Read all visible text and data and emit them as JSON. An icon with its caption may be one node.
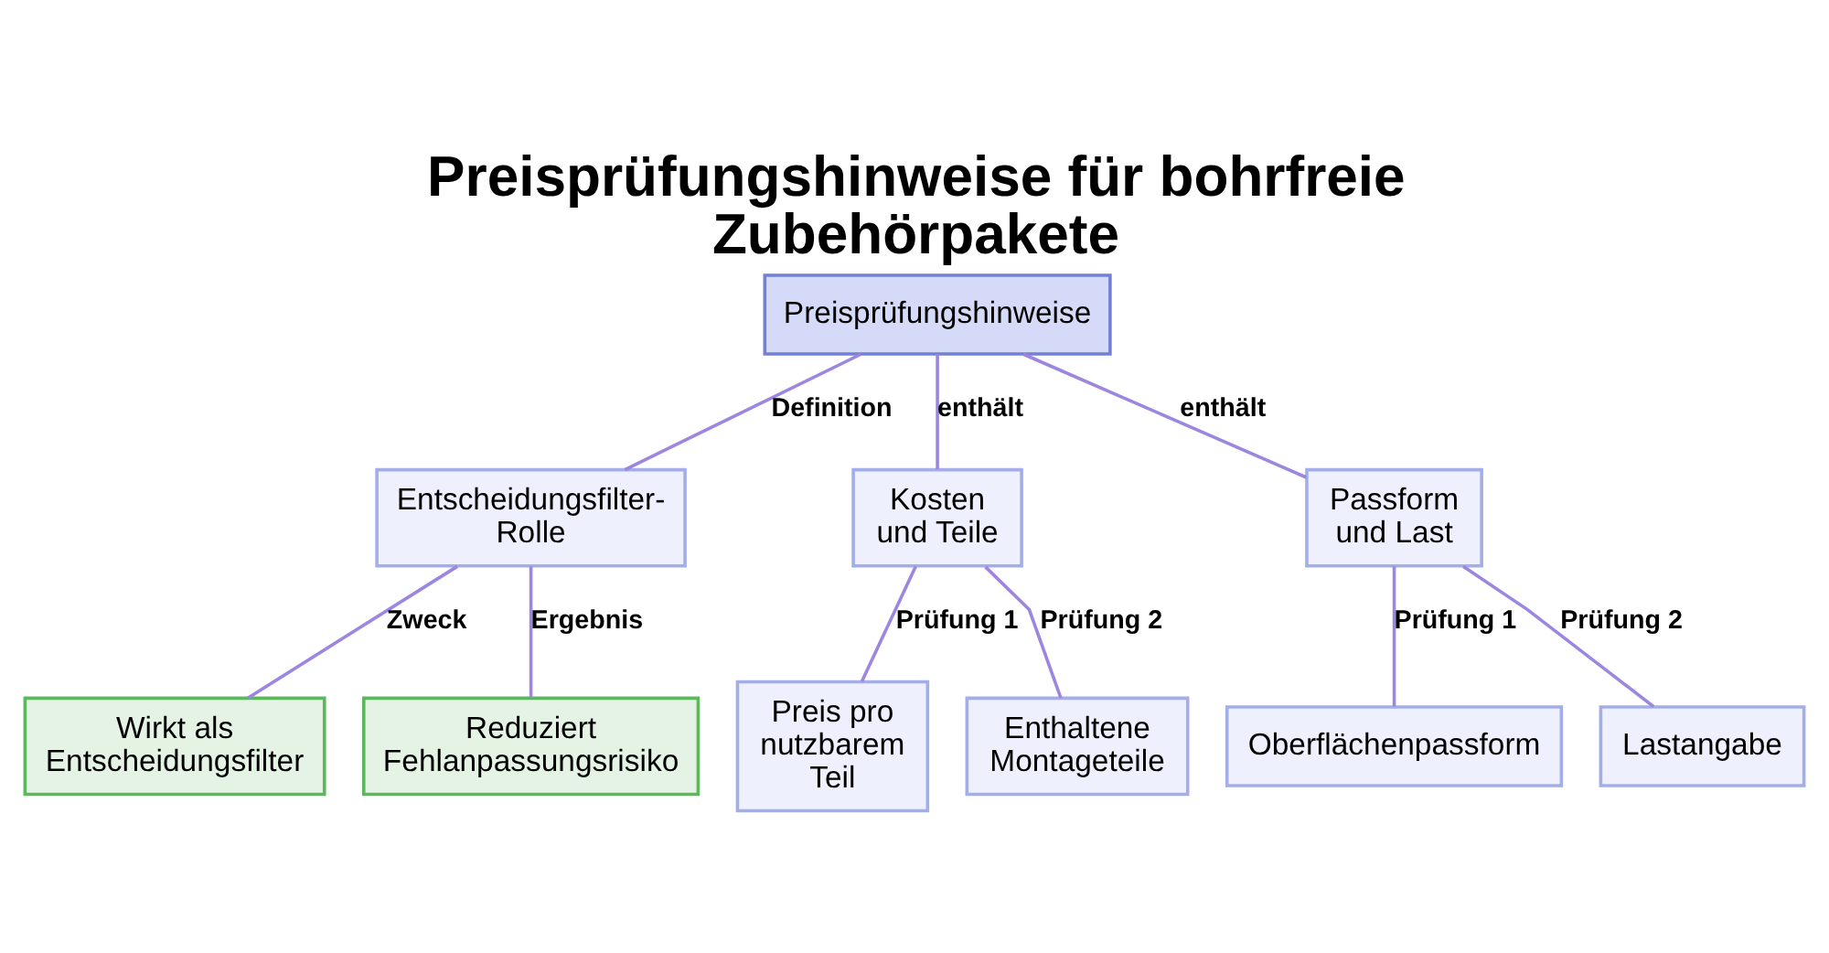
{
  "diagram": {
    "title": "Preisprüfungshinweise für bohrfreie Zubehörpakete",
    "nodes": [
      {
        "text": [
          "Preisprüfungshinweise"
        ]
      },
      {
        "text": [
          "Entscheidungsfilter-Rolle"
        ]
      },
      {
        "text": [
          "Kosten und Teile"
        ]
      },
      {
        "text": [
          "Passform und Last"
        ]
      },
      {
        "text": [
          "Wirkt als Entscheidungsfilter"
        ]
      },
      {
        "text": [
          "Reduziert Fehlanpassungsrisiko"
        ]
      },
      {
        "text": [
          "Preis pro nutzbarem Teil"
        ]
      },
      {
        "text": [
          "Enthaltene Montageteile"
        ]
      },
      {
        "text": [
          "Oberflächenpassform"
        ]
      },
      {
        "text": [
          "Lastangabe"
        ]
      }
    ],
    "edges": [
      {
        "from": 0,
        "to": 1,
        "arrow": "none",
        "label": "Definition"
      },
      {
        "from": 0,
        "to": 2,
        "arrow": "none",
        "label": "enthält"
      },
      {
        "from": 0,
        "to": 3,
        "arrow": "none",
        "label": "enthält"
      },
      {
        "from": 1,
        "to": 4,
        "arrow": "none",
        "label": "Zweck"
      },
      {
        "from": 1,
        "to": 5,
        "arrow": "none",
        "label": "Ergebnis"
      },
      {
        "from": 2,
        "to": 6,
        "arrow": "none",
        "label": "Prüfung 1"
      },
      {
        "from": 2,
        "to": 7,
        "arrow": "none",
        "label": "Prüfung 2"
      },
      {
        "from": 3,
        "to": 8,
        "arrow": "none",
        "label": "Prüfung 1"
      },
      {
        "from": 3,
        "to": 9,
        "arrow": "none",
        "label": "Prüfung 2"
      }
    ]
  }
}
